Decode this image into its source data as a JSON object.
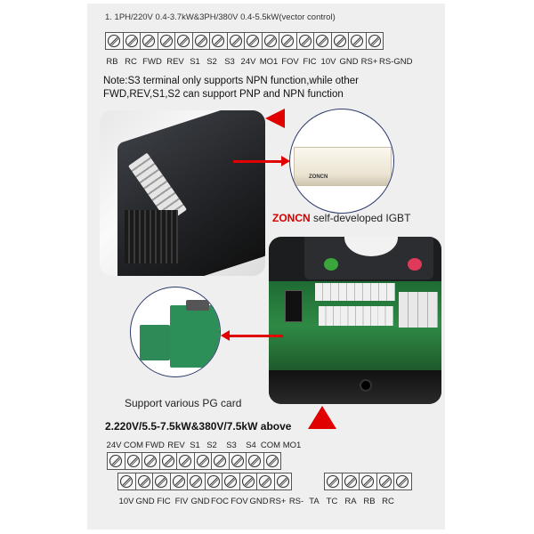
{
  "section1": {
    "title": "1. 1PH/220V 0.4-3.7kW&3PH/380V 0.4-5.5kW(vector control)",
    "terminal_count": 16,
    "labels": [
      "RB",
      "RC",
      "FWD",
      "REV",
      "S1",
      "S2",
      "S3",
      "24V",
      "MO1",
      "FOV",
      "FIC",
      "10V",
      "GND",
      "RS+",
      "RS-GND"
    ],
    "note_line1": "Note:S3 terminal only supports NPN function,while other",
    "note_line2": "FWD,REV,S1,S2 can support PNP and NPN function"
  },
  "igbt": {
    "module_label": "ZONCN",
    "caption_brand": "ZONCN",
    "caption_text": " self-developed IGBT"
  },
  "pg_card": {
    "caption": "Support various PG card"
  },
  "section2": {
    "title": "2.220V/5.5-7.5kW&380V/7.5kW above",
    "top_labels": [
      "24V",
      "COM",
      "FWD",
      "REV",
      "S1",
      "S2",
      "S3",
      "S4",
      "COM",
      "MO1"
    ],
    "top_terminal_count": 10,
    "bottom_left_terminal_count": 10,
    "bottom_right_terminal_count": 5,
    "bottom_labels": [
      "10V",
      "GND",
      "FIC",
      "FIV",
      "GND",
      "FOC",
      "FOV",
      "GND",
      "RS+",
      "RS-",
      "TA",
      "TC",
      "RA",
      "RB",
      "RC"
    ]
  },
  "colors": {
    "panel_bg": "#efefef",
    "accent_red": "#e00000",
    "brand_red": "#d40000",
    "circle_border": "#2b3a6b"
  }
}
